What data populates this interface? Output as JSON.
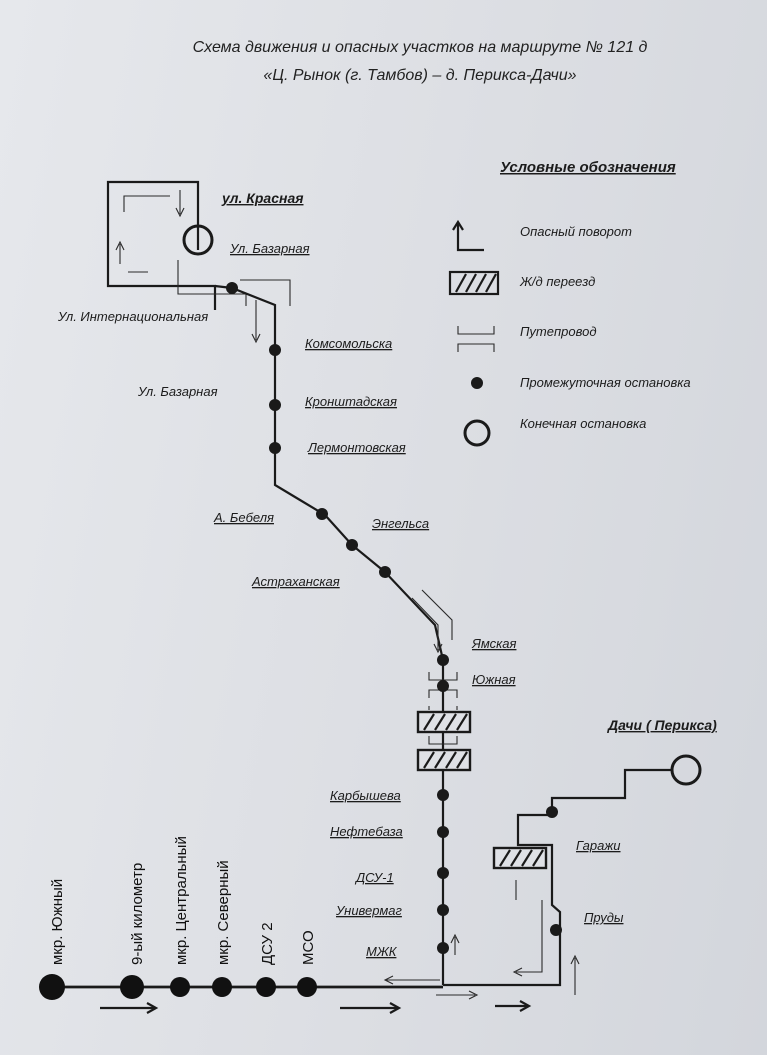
{
  "title": {
    "line1": "Схема движения и опасных участков на маршруте № 121 д",
    "line2": "«Ц. Рынок (г. Тамбов) – д. Перикса-Дачи»"
  },
  "legend": {
    "heading": "Условные обозначения",
    "items": [
      {
        "symbol": "turn-arrow-icon",
        "label": "Опасный поворот"
      },
      {
        "symbol": "railway-crossing-icon",
        "label": "Ж/д переезд"
      },
      {
        "symbol": "overpass-icon",
        "label": "Путепровод"
      },
      {
        "symbol": "intermediate-stop-icon",
        "label": "Промежуточная остановка"
      },
      {
        "symbol": "terminal-stop-icon",
        "label": "Конечная остановка"
      }
    ]
  },
  "streets": {
    "krasnaya": "ул. Красная",
    "bazarnaya_top": "Ул. Базарная",
    "internatsionalnaya": "Ул. Интернациональная",
    "bazarnaya_left": "Ул. Базарная"
  },
  "stops": [
    "Комсомольска",
    "Кронштадская",
    "Лермонтовская",
    "А. Бебеля",
    "Энгельса",
    "Астраханская",
    "Ямская",
    "Южная",
    "Карбышева",
    "Нефтебаза",
    "ДСУ-1",
    "Универмаг",
    "МЖК"
  ],
  "branch": {
    "terminal": "Дачи ( Перикса)",
    "stops": [
      "Гаражи",
      "Пруды"
    ]
  },
  "bottom_stops": [
    "мкр. Южный",
    "9-ый километр",
    "мкр. Центральный",
    "мкр. Северный",
    "ДСУ 2",
    "МСО"
  ],
  "colors": {
    "ink": "#1a1a1a",
    "paper": "#dfe1e6"
  }
}
